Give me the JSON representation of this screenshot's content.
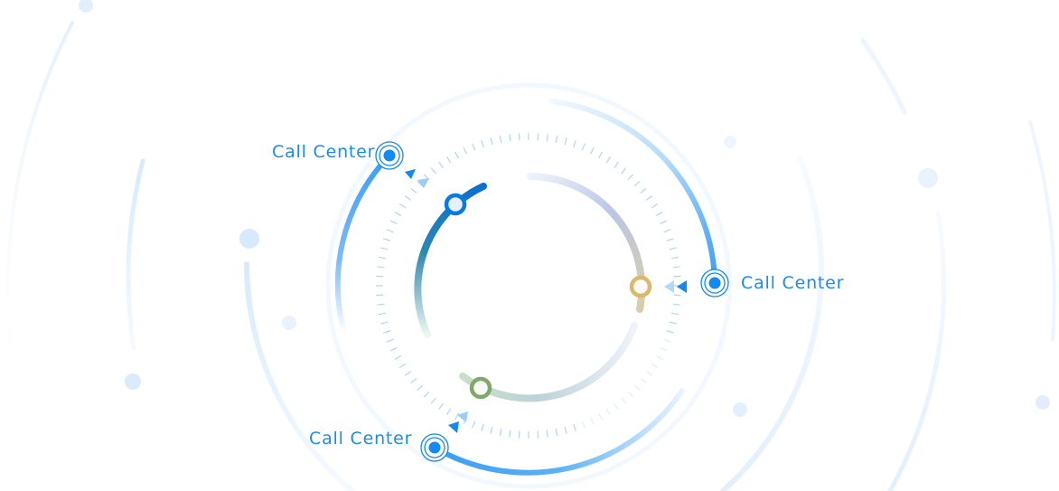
{
  "diagram": {
    "nodes": [
      {
        "id": "node-top-left",
        "label": "Call Center"
      },
      {
        "id": "node-right",
        "label": "Call Center"
      },
      {
        "id": "node-bottom-left",
        "label": "Call Center"
      }
    ],
    "inner_markers": [
      {
        "id": "marker-blue",
        "color": "#0a7ae0"
      },
      {
        "id": "marker-gold",
        "color": "#d9b96a"
      },
      {
        "id": "marker-green",
        "color": "#7ea96b"
      }
    ],
    "colors": {
      "accent": "#1389f2",
      "label": "#1a8cf0",
      "faint_arc": "#e3f0fd",
      "tick": "#9fcff6"
    }
  }
}
